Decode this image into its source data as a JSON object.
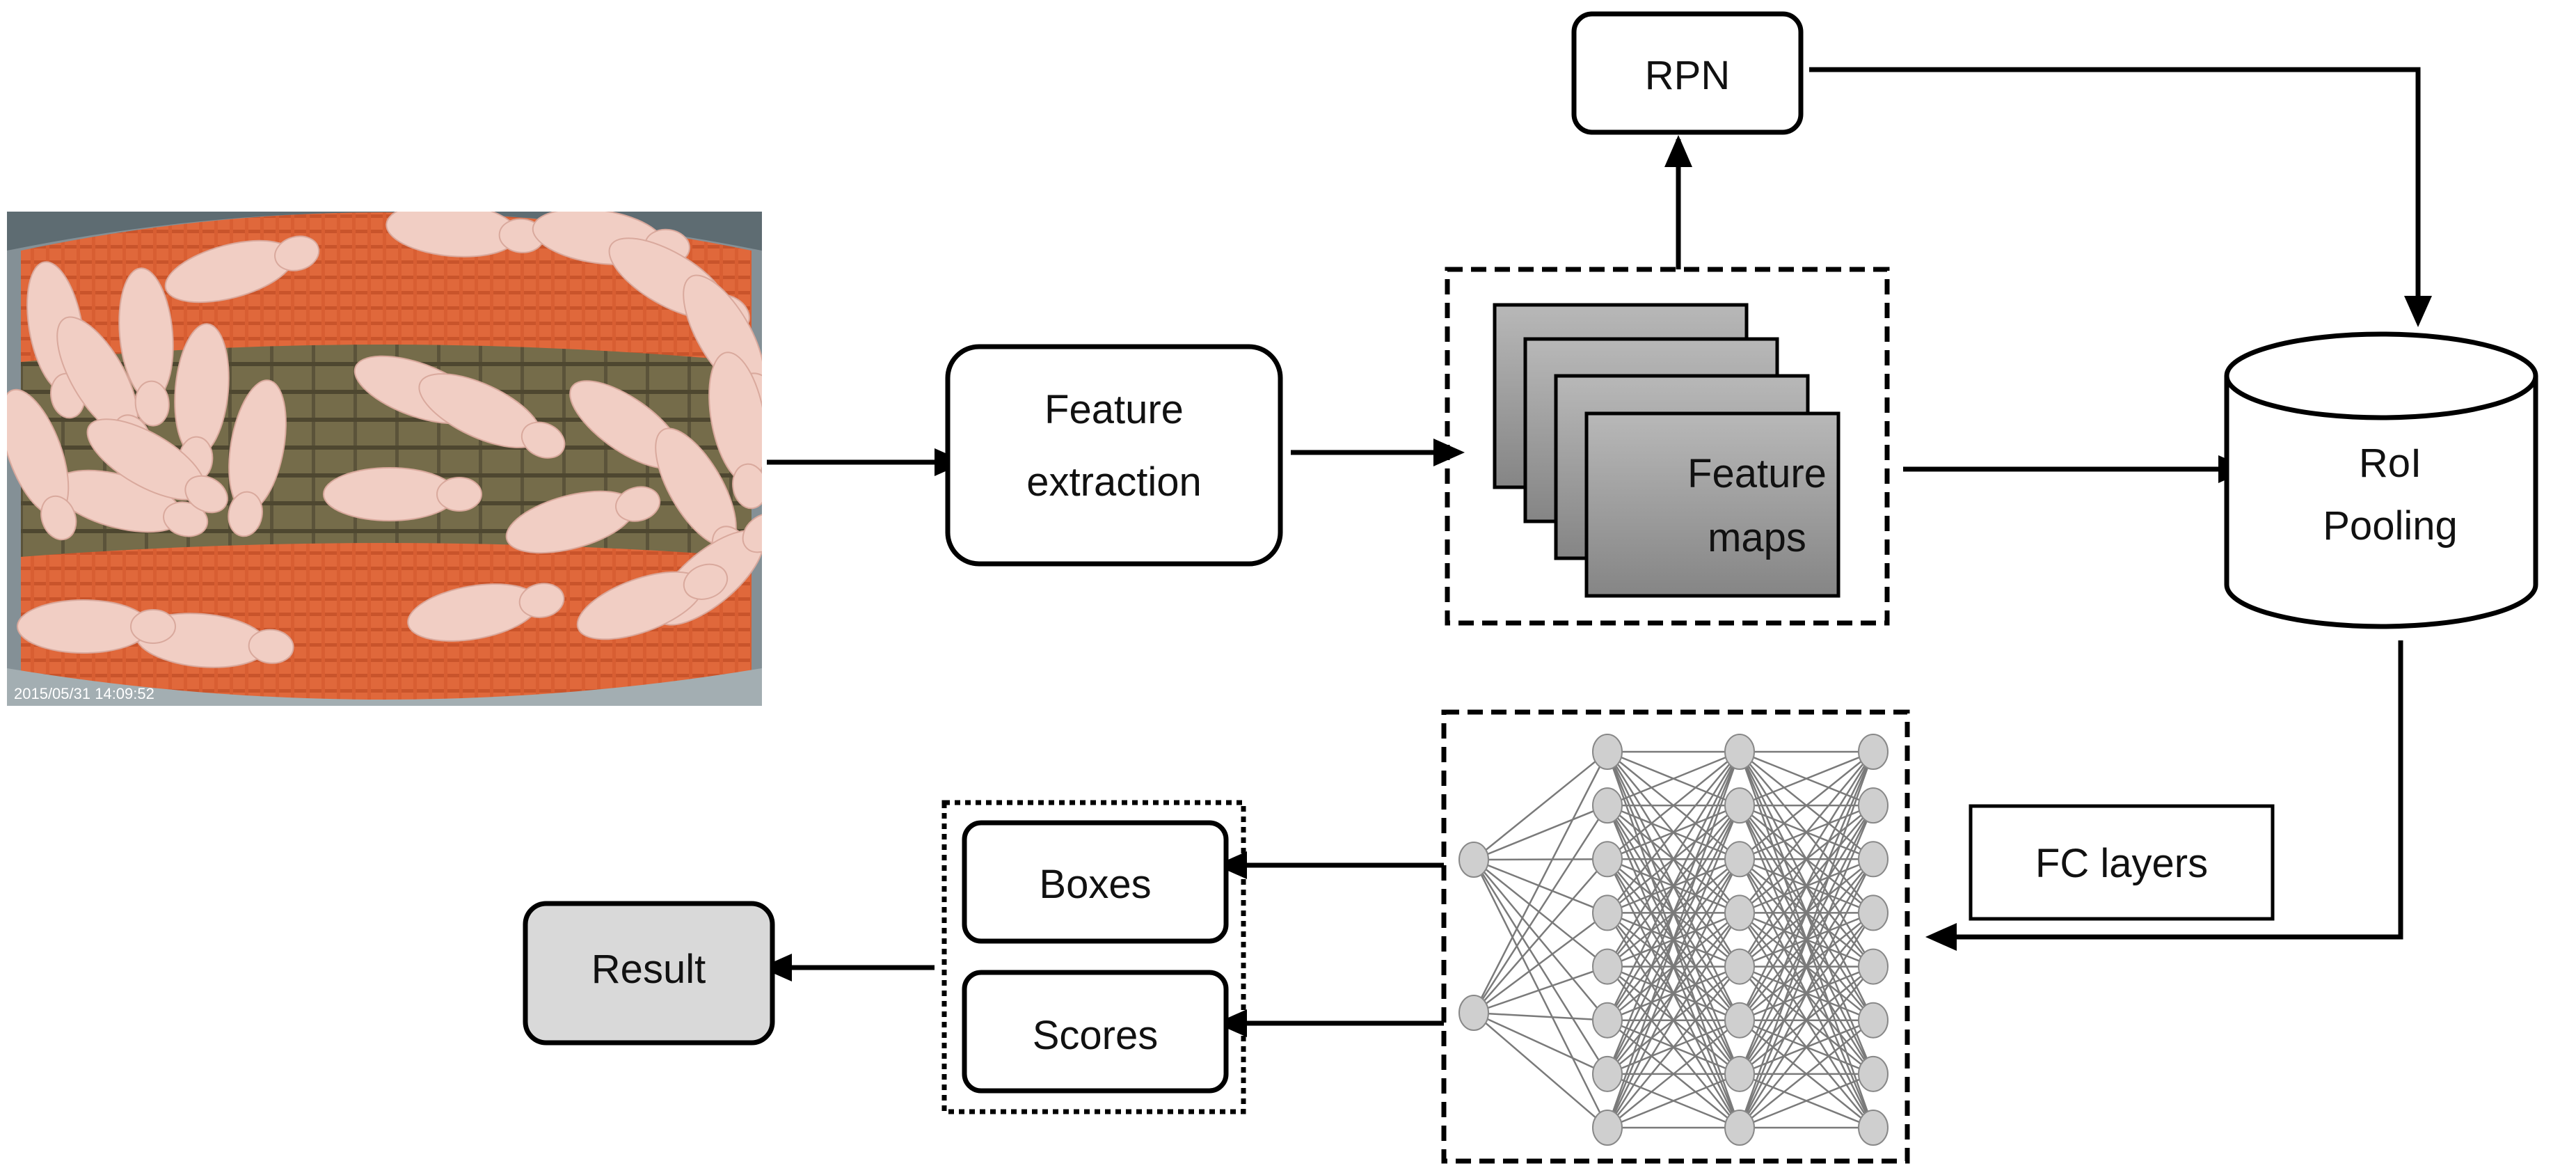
{
  "diagram": {
    "title": "",
    "nodes": {
      "feature_extraction": {
        "line1": "Feature",
        "line2": "extraction"
      },
      "feature_maps": {
        "line1": "Feature",
        "line2": "maps"
      },
      "rpn": {
        "label": "RPN"
      },
      "roi_pooling": {
        "line1": "RoI",
        "line2": "Pooling"
      },
      "fc_layers": {
        "label": "FC layers"
      },
      "boxes": {
        "label": "Boxes"
      },
      "scores": {
        "label": "Scores"
      },
      "result": {
        "label": "Result"
      }
    },
    "input_image": {
      "depicts": "overhead-pig-pen-photo",
      "timestamp": "2015/05/31 14:09:52"
    },
    "neural_network": {
      "layers": [
        2,
        8,
        8,
        8
      ]
    },
    "edges": [
      {
        "from": "input_image",
        "to": "feature_extraction"
      },
      {
        "from": "feature_extraction",
        "to": "feature_maps"
      },
      {
        "from": "feature_maps",
        "to": "rpn"
      },
      {
        "from": "rpn",
        "to": "roi_pooling"
      },
      {
        "from": "feature_maps",
        "to": "roi_pooling"
      },
      {
        "from": "roi_pooling",
        "to": "fc_layers"
      },
      {
        "from": "fc_layers",
        "to": "boxes"
      },
      {
        "from": "fc_layers",
        "to": "scores"
      },
      {
        "from": "boxes_scores",
        "to": "result"
      }
    ],
    "colors": {
      "line": "#000000",
      "feature_map_fill_top": "#b3b3b3",
      "feature_map_fill_bottom": "#8a8a8a",
      "result_fill": "#d9d9d9",
      "nn_node": "#cfcfcf",
      "pen_floor": "#e26b3e",
      "slats": "#6e6748",
      "pig": "#f1cec4"
    }
  }
}
